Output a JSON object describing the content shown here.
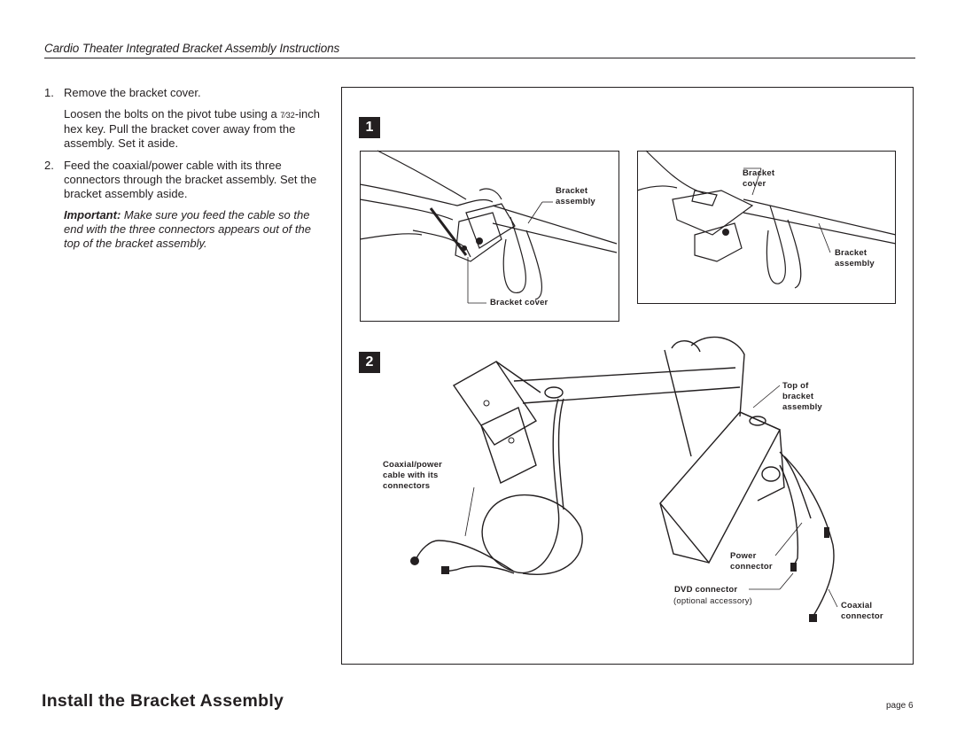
{
  "header": {
    "title": "Cardio Theater Integrated Bracket Assembly Instructions"
  },
  "steps": [
    {
      "number": "1.",
      "title": "Remove the bracket cover.",
      "text_before_fraction": "Loosen the bolts on the pivot tube using a ",
      "fraction": "7⁄32",
      "text_after_fraction": "-inch hex key. Pull the bracket cover away from the assembly. Set it aside."
    },
    {
      "number": "2.",
      "text": "Feed the coaxial/power cable with its three connectors through the bracket assembly. Set the bracket assembly aside.",
      "important_label": "Important:",
      "important_text": " Make sure you feed the cable so the end with the three connectors appears out of the top of the bracket assembly."
    }
  ],
  "figure1": {
    "badge": "1",
    "left_photo": {
      "callout_assembly": "Bracket\nassembly",
      "callout_cover": "Bracket cover"
    },
    "right_photo": {
      "callout_cover": "Bracket\ncover",
      "callout_assembly": "Bracket\nassembly"
    }
  },
  "figure2": {
    "badge": "2",
    "callouts": {
      "top": "Top of\nbracket\nassembly",
      "cable": "Coaxial/power\ncable with its\nconnectors",
      "power": "Power\nconnector",
      "dvd": "DVD connector",
      "dvd_note": "(optional accessory)",
      "coaxial": "Coaxial\nconnector"
    }
  },
  "footer": {
    "section_title": "Install the Bracket Assembly",
    "page": "page 6"
  }
}
